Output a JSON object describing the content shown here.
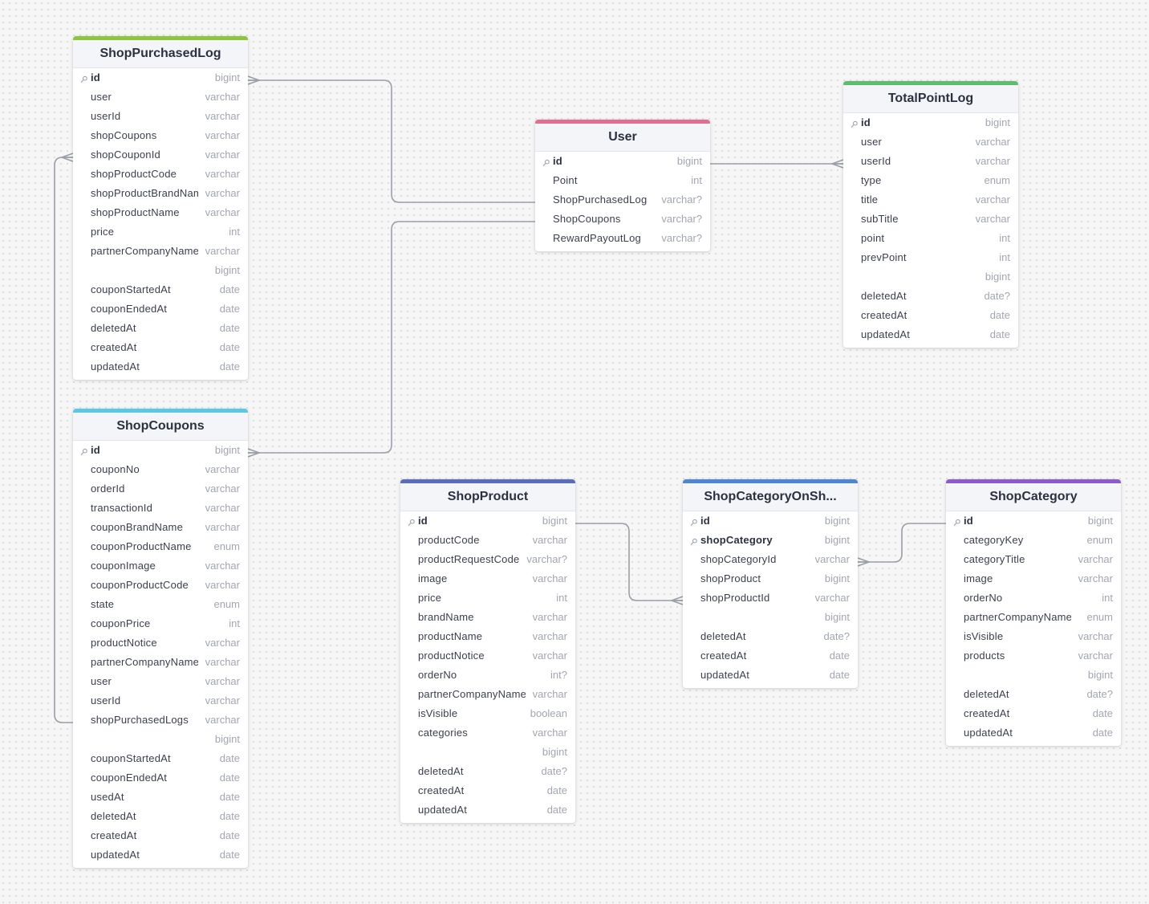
{
  "tables": [
    {
      "id": "ShopPurchasedLog",
      "name": "ShopPurchasedLog",
      "color": "#8cc63f",
      "fields": [
        {
          "name": "id",
          "type": "bigint",
          "pk": true
        },
        {
          "name": "user",
          "type": "varchar"
        },
        {
          "name": "userId",
          "type": "varchar"
        },
        {
          "name": "shopCoupons",
          "type": "varchar"
        },
        {
          "name": "shopCouponId",
          "type": "varchar"
        },
        {
          "name": "shopProductCode",
          "type": "varchar"
        },
        {
          "name": "shopProductBrandName",
          "type": "varchar"
        },
        {
          "name": "shopProductName",
          "type": "varchar"
        },
        {
          "name": "price",
          "type": "int"
        },
        {
          "name": "partnerCompanyName",
          "type": "varchar"
        },
        {
          "name": "",
          "type": "bigint"
        },
        {
          "name": "couponStartedAt",
          "type": "date"
        },
        {
          "name": "couponEndedAt",
          "type": "date"
        },
        {
          "name": "deletedAt",
          "type": "date"
        },
        {
          "name": "createdAt",
          "type": "date"
        },
        {
          "name": "updatedAt",
          "type": "date"
        }
      ]
    },
    {
      "id": "ShopCoupons",
      "name": "ShopCoupons",
      "color": "#5bc8e6",
      "fields": [
        {
          "name": "id",
          "type": "bigint",
          "pk": true
        },
        {
          "name": "couponNo",
          "type": "varchar"
        },
        {
          "name": "orderId",
          "type": "varchar"
        },
        {
          "name": "transactionId",
          "type": "varchar"
        },
        {
          "name": "couponBrandName",
          "type": "varchar"
        },
        {
          "name": "couponProductName",
          "type": "enum"
        },
        {
          "name": "couponImage",
          "type": "varchar"
        },
        {
          "name": "couponProductCode",
          "type": "varchar"
        },
        {
          "name": "state",
          "type": "enum"
        },
        {
          "name": "couponPrice",
          "type": "int"
        },
        {
          "name": "productNotice",
          "type": "varchar"
        },
        {
          "name": "partnerCompanyName",
          "type": "varchar"
        },
        {
          "name": "user",
          "type": "varchar"
        },
        {
          "name": "userId",
          "type": "varchar"
        },
        {
          "name": "shopPurchasedLogs",
          "type": "varchar"
        },
        {
          "name": "",
          "type": "bigint"
        },
        {
          "name": "couponStartedAt",
          "type": "date"
        },
        {
          "name": "couponEndedAt",
          "type": "date"
        },
        {
          "name": "usedAt",
          "type": "date"
        },
        {
          "name": "deletedAt",
          "type": "date"
        },
        {
          "name": "createdAt",
          "type": "date"
        },
        {
          "name": "updatedAt",
          "type": "date"
        }
      ]
    },
    {
      "id": "User",
      "name": "User",
      "color": "#e0708e",
      "fields": [
        {
          "name": "id",
          "type": "bigint",
          "pk": true
        },
        {
          "name": "Point",
          "type": "int"
        },
        {
          "name": "ShopPurchasedLog",
          "type": "varchar?"
        },
        {
          "name": "ShopCoupons",
          "type": "varchar?"
        },
        {
          "name": "RewardPayoutLog",
          "type": "varchar?"
        }
      ]
    },
    {
      "id": "TotalPointLog",
      "name": "TotalPointLog",
      "color": "#5cbd6e",
      "fields": [
        {
          "name": "id",
          "type": "bigint",
          "pk": true
        },
        {
          "name": "user",
          "type": "varchar"
        },
        {
          "name": "userId",
          "type": "varchar"
        },
        {
          "name": "type",
          "type": "enum"
        },
        {
          "name": "title",
          "type": "varchar"
        },
        {
          "name": "subTitle",
          "type": "varchar"
        },
        {
          "name": "point",
          "type": "int"
        },
        {
          "name": "prevPoint",
          "type": "int"
        },
        {
          "name": "",
          "type": "bigint"
        },
        {
          "name": "deletedAt",
          "type": "date?"
        },
        {
          "name": "createdAt",
          "type": "date"
        },
        {
          "name": "updatedAt",
          "type": "date"
        }
      ]
    },
    {
      "id": "ShopProduct",
      "name": "ShopProduct",
      "color": "#5a6bc4",
      "fields": [
        {
          "name": "id",
          "type": "bigint",
          "pk": true
        },
        {
          "name": "productCode",
          "type": "varchar"
        },
        {
          "name": "productRequestCode",
          "type": "varchar?"
        },
        {
          "name": "image",
          "type": "varchar"
        },
        {
          "name": "price",
          "type": "int"
        },
        {
          "name": "brandName",
          "type": "varchar"
        },
        {
          "name": "productName",
          "type": "varchar"
        },
        {
          "name": "productNotice",
          "type": "varchar"
        },
        {
          "name": "orderNo",
          "type": "int?"
        },
        {
          "name": "partnerCompanyName",
          "type": "varchar"
        },
        {
          "name": "isVisible",
          "type": "boolean"
        },
        {
          "name": "categories",
          "type": "varchar"
        },
        {
          "name": "",
          "type": "bigint"
        },
        {
          "name": "deletedAt",
          "type": "date?"
        },
        {
          "name": "createdAt",
          "type": "date"
        },
        {
          "name": "updatedAt",
          "type": "date"
        }
      ]
    },
    {
      "id": "ShopCategoryOnShopProduct",
      "name": "ShopCategoryOnSh...",
      "color": "#4f86d4",
      "fields": [
        {
          "name": "id",
          "type": "bigint",
          "pk": true
        },
        {
          "name": "shopCategory",
          "type": "bigint",
          "pk": true
        },
        {
          "name": "shopCategoryId",
          "type": "varchar"
        },
        {
          "name": "shopProduct",
          "type": "bigint"
        },
        {
          "name": "shopProductId",
          "type": "varchar"
        },
        {
          "name": "",
          "type": "bigint"
        },
        {
          "name": "deletedAt",
          "type": "date?"
        },
        {
          "name": "createdAt",
          "type": "date"
        },
        {
          "name": "updatedAt",
          "type": "date"
        }
      ]
    },
    {
      "id": "ShopCategory",
      "name": "ShopCategory",
      "color": "#8e5ad0",
      "fields": [
        {
          "name": "id",
          "type": "bigint",
          "pk": true
        },
        {
          "name": "categoryKey",
          "type": "enum"
        },
        {
          "name": "categoryTitle",
          "type": "varchar"
        },
        {
          "name": "image",
          "type": "varchar"
        },
        {
          "name": "orderNo",
          "type": "int"
        },
        {
          "name": "partnerCompanyName",
          "type": "enum"
        },
        {
          "name": "isVisible",
          "type": "varchar"
        },
        {
          "name": "products",
          "type": "varchar"
        },
        {
          "name": "",
          "type": "bigint"
        },
        {
          "name": "deletedAt",
          "type": "date?"
        },
        {
          "name": "createdAt",
          "type": "date"
        },
        {
          "name": "updatedAt",
          "type": "date"
        }
      ]
    }
  ]
}
